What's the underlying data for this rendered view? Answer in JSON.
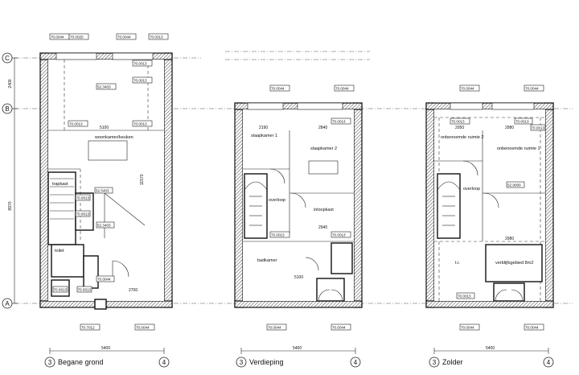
{
  "grid_markers": {
    "c": "C",
    "b": "B",
    "a": "A"
  },
  "axis_numbers": {
    "left": "3",
    "right": "4"
  },
  "views": [
    {
      "title": "Begane grond",
      "width_dim": "5400"
    },
    {
      "title": "Verdieping",
      "width_dim": "5400"
    },
    {
      "title": "Zolder",
      "width_dim": "5400"
    }
  ],
  "vertical_dims": {
    "top": "2400",
    "main": "8970"
  },
  "ground": {
    "room_labels": {
      "living": "woonkamer/keuken",
      "trap": "trapkast",
      "toilet": "toilet"
    },
    "dims": {
      "top": "5100",
      "depth": "11570",
      "bottom": "2700"
    },
    "tags": [
      "70.0044",
      "70.0020",
      "70.0044",
      "70.0013",
      "70.0013",
      "70.0013",
      "52.3403",
      "70.0013",
      "70.0013",
      "52.5403",
      "70.0013",
      "70.0013",
      "52.3403",
      "70.0013",
      "70.0013",
      "70.0044",
      "70.7012",
      "70.0044"
    ]
  },
  "first": {
    "room_labels": {
      "bed1": "slaapkamer 1",
      "bed2": "slaapkamer 2",
      "landing": "overloop",
      "closet": "inloopkast",
      "bath": "badkamer"
    },
    "dims": {
      "a": "2190",
      "b": "2840",
      "c": "2940",
      "d": "5100"
    },
    "tags": [
      "70.0044",
      "70.0044",
      "70.0013",
      "70.0013",
      "70.0013",
      "70.0044",
      "70.0044"
    ]
  },
  "attic": {
    "room_labels": {
      "r2": "onbenoemde ruimte 2",
      "r1": "onbenoemde ruimte 1",
      "landing": "overloop",
      "tr": "t.r.",
      "storage": "verblijfsgebied 8m2"
    },
    "dims": {
      "a": "2050",
      "b": "2980",
      "c": "2980"
    },
    "tags": [
      "70.0044",
      "70.0044",
      "70.0013",
      "70.0013",
      "70.0013",
      "52.9000",
      "70.0013",
      "70.0044",
      "70.0044"
    ]
  }
}
